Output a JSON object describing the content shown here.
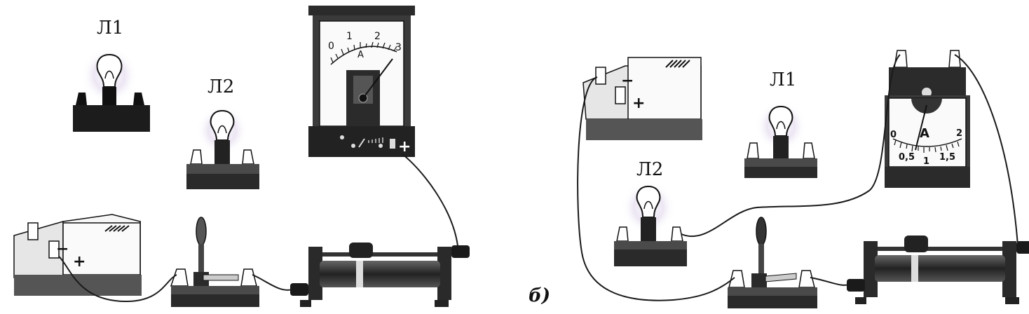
{
  "figure_left": {
    "lamp_1_label": "Л1",
    "lamp_2_label": "Л2",
    "ammeter": {
      "ticks": [
        "0",
        "1",
        "2",
        "3"
      ],
      "unit": "A",
      "terminal_sign": "+"
    },
    "battery_signs": {
      "minus": "−",
      "plus": "+"
    }
  },
  "figure_right": {
    "caption": "б)",
    "lamp_1_label": "Л1",
    "lamp_2_label": "Л2",
    "ammeter": {
      "ticks_top": [
        "0",
        "2"
      ],
      "ticks_bottom": [
        "0,5",
        "1",
        "1,5"
      ],
      "unit": "A"
    },
    "battery_signs": {
      "minus": "−",
      "plus": "+"
    }
  },
  "colors": {
    "ink": "#1a1a1a",
    "device_dark": "#2b2b2b",
    "device_light": "#f2f2f2",
    "lamp_glow": "#d9d0e8"
  }
}
